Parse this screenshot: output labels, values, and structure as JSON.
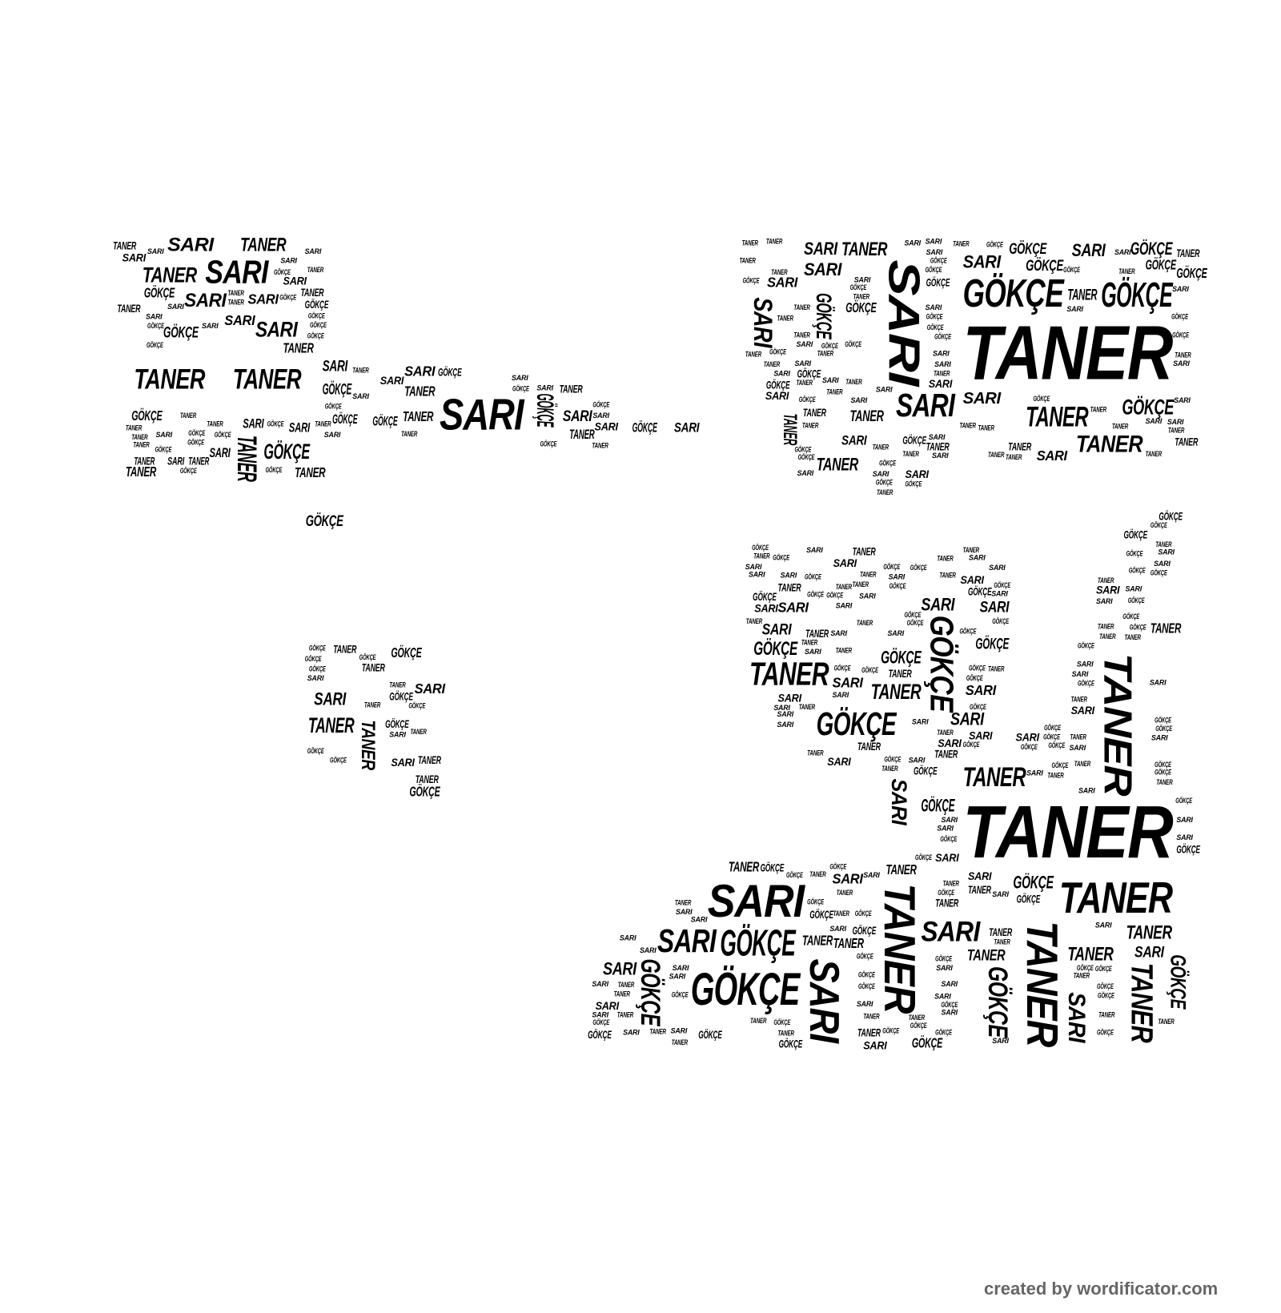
{
  "words": [
    "TANER",
    "SARI",
    "GÖKÇE"
  ],
  "credit": "created by wordificator.com",
  "colors": {
    "word": "#000000",
    "credit": "#666666",
    "background": "#ffffff"
  }
}
